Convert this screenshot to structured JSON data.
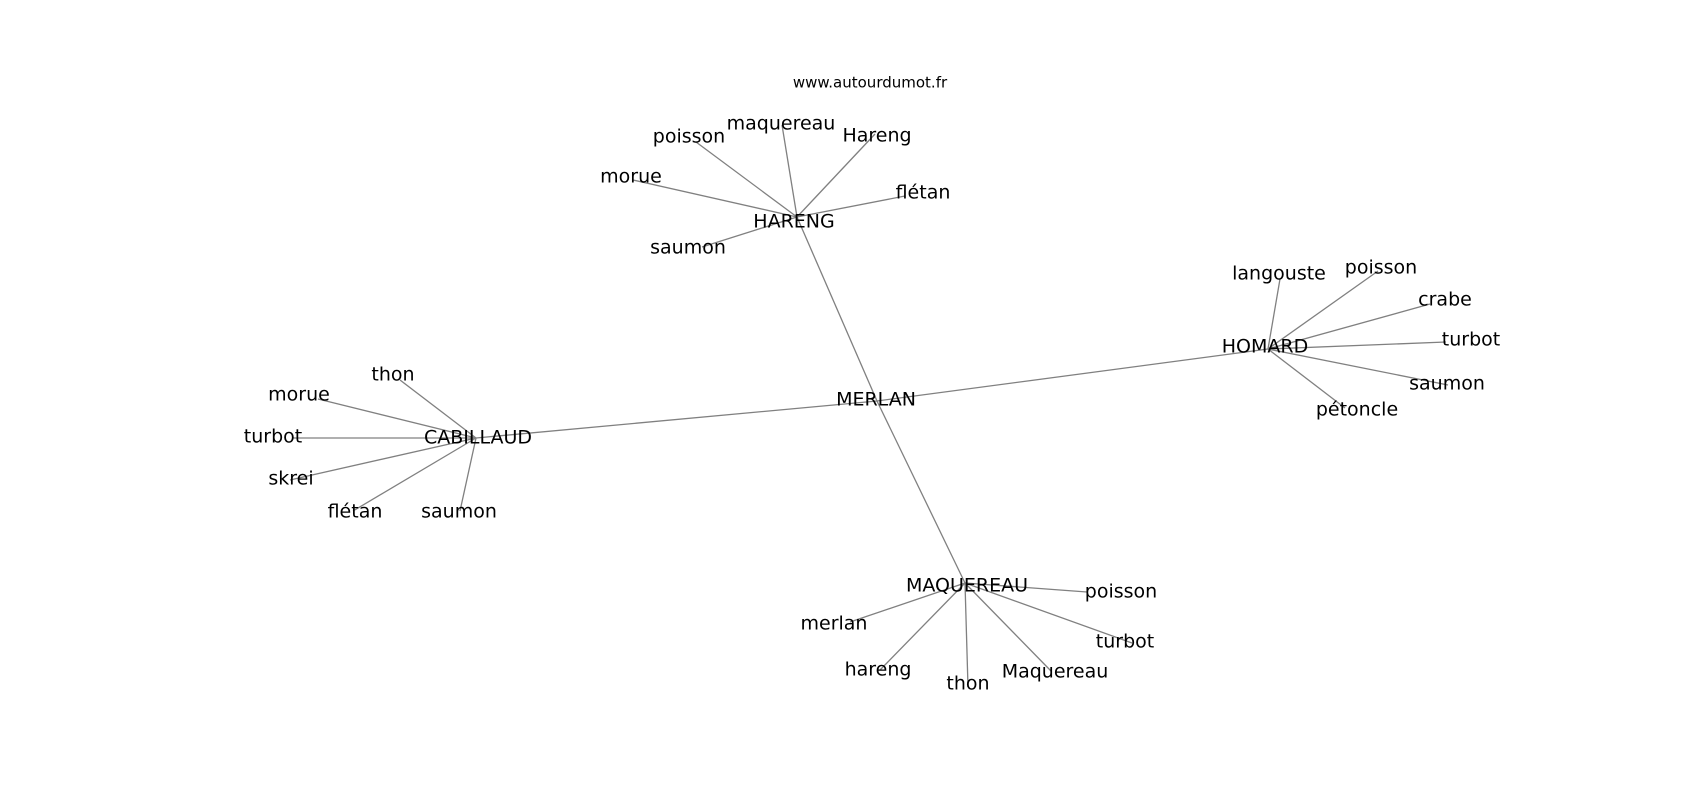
{
  "site_url": "www.autourdumot.fr",
  "colors": {
    "edge": "#808080",
    "text": "#000000",
    "background": "#ffffff"
  },
  "center": "MERLAN",
  "clusters": [
    {
      "hub": "HARENG",
      "leaves": [
        "poisson",
        "maquereau",
        "Hareng",
        "morue",
        "flétan",
        "saumon"
      ]
    },
    {
      "hub": "HOMARD",
      "leaves": [
        "langouste",
        "poisson",
        "crabe",
        "turbot",
        "saumon",
        "pétoncle"
      ]
    },
    {
      "hub": "CABILLAUD",
      "leaves": [
        "thon",
        "morue",
        "turbot",
        "skrei",
        "flétan",
        "saumon"
      ]
    },
    {
      "hub": "MAQUEREAU",
      "leaves": [
        "poisson",
        "merlan",
        "turbot",
        "hareng",
        "thon",
        "Maquereau"
      ]
    }
  ]
}
